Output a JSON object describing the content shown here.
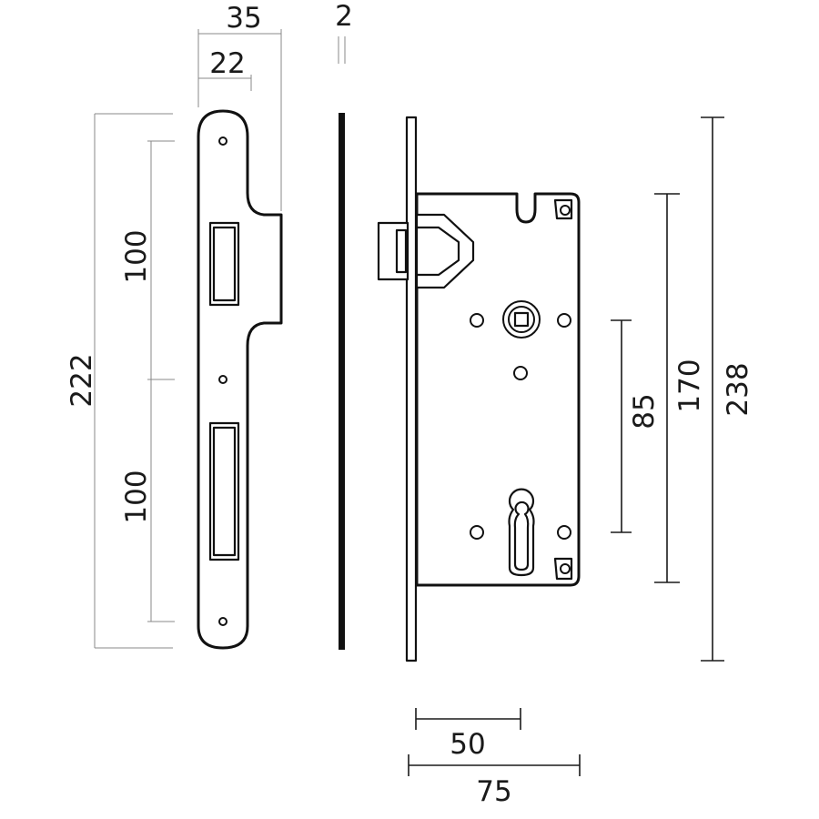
{
  "drawing": {
    "dimensions": {
      "strike_width": "35",
      "latch_offset": "22",
      "plate_thickness": "2",
      "strike_length": "222",
      "upper_spacing": "100",
      "lower_spacing": "100",
      "handle_to_cylinder": "85",
      "case_height": "170",
      "faceplate_length": "238",
      "backset": "50",
      "case_depth": "75"
    }
  }
}
